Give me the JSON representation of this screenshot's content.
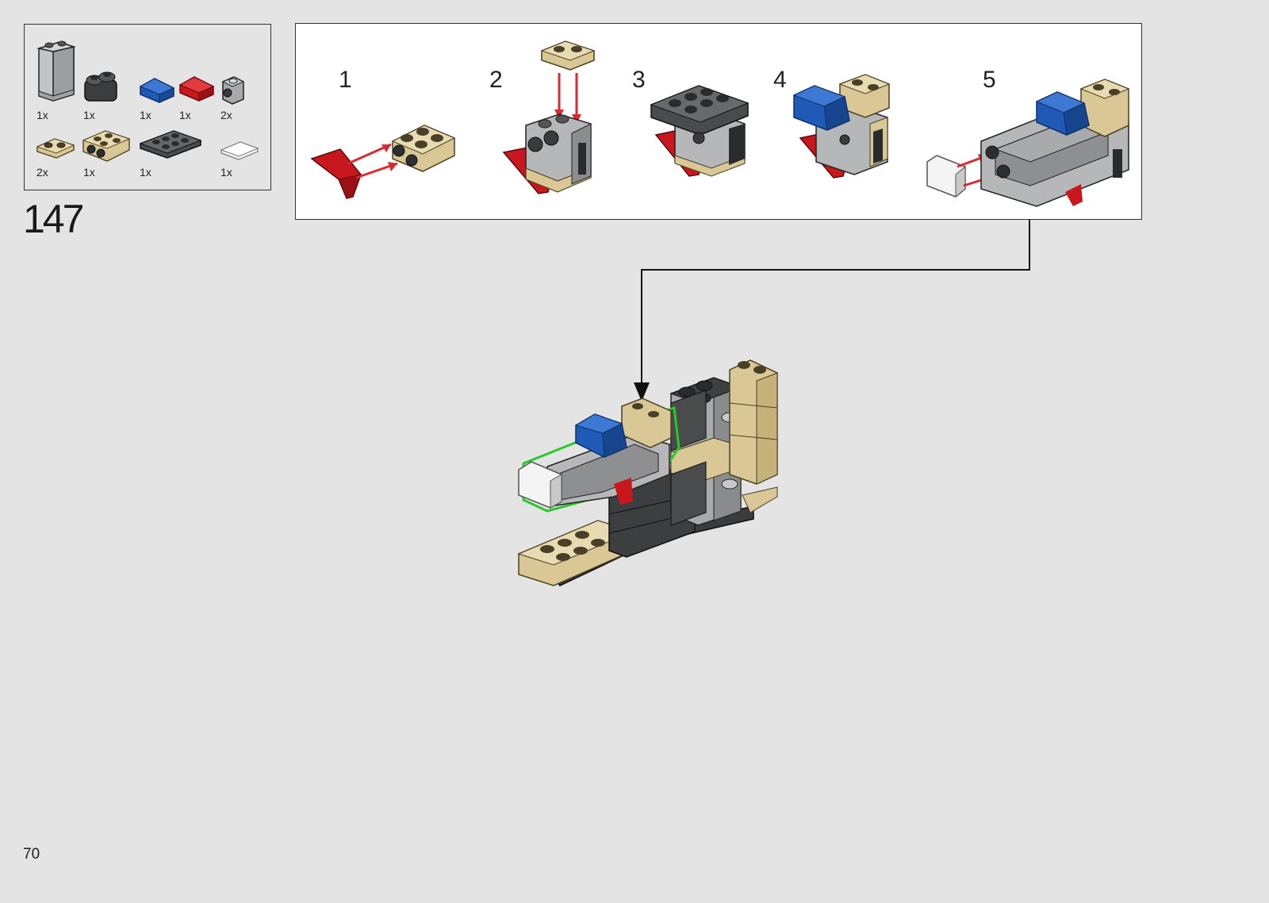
{
  "step_number": "147",
  "page_number": "70",
  "parts_list": [
    {
      "icon": "gray-panel-1x2x3-icon",
      "qty": "1x",
      "color": "#b5b5b5"
    },
    {
      "icon": "dark-gray-round-brick-2x2-icon",
      "qty": "1x",
      "color": "#4a4b4d"
    },
    {
      "icon": "blue-slope-1x2-icon",
      "qty": "1x",
      "color": "#1f5ab6"
    },
    {
      "icon": "red-slope-1x2-icon",
      "qty": "1x",
      "color": "#c8181e"
    },
    {
      "icon": "gray-brick-1x1-side-stud-icon",
      "qty": "2x",
      "color": "#a7a9ab"
    },
    {
      "icon": "tan-plate-1x2-icon",
      "qty": "2x",
      "color": "#d9c895"
    },
    {
      "icon": "tan-brick-2x2-side-studs-icon",
      "qty": "1x",
      "color": "#d9c895"
    },
    {
      "icon": "dark-gray-plate-2x4-icon",
      "qty": "1x",
      "color": "#4a4b4d"
    },
    {
      "icon": "white-tile-1x2-icon",
      "qty": "1x",
      "color": "#f4f4f4"
    }
  ],
  "substeps": [
    {
      "number": "1"
    },
    {
      "number": "2"
    },
    {
      "number": "3"
    },
    {
      "number": "4"
    },
    {
      "number": "5"
    }
  ]
}
